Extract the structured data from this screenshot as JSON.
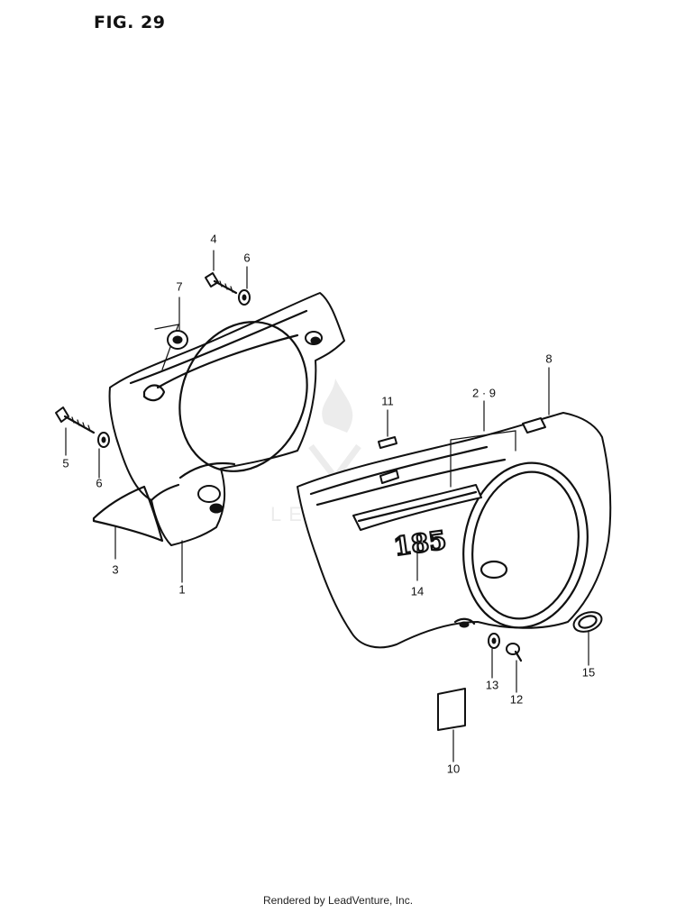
{
  "figure": {
    "title": "FIG. 29",
    "footer": "Rendered by LeadVenture, Inc.",
    "watermark": "LEADVENTURE"
  },
  "callouts": {
    "c1": "1",
    "c3": "3",
    "c4": "4",
    "c5": "5",
    "c6a": "6",
    "c6b": "6",
    "c7": "7",
    "c8": "8",
    "c29": "2 · 9",
    "c10": "10",
    "c11": "11",
    "c12": "12",
    "c13": "13",
    "c14": "14",
    "c15": "15"
  },
  "emblem_text": "185",
  "colors": {
    "ink": "#111111",
    "paper": "#ffffff",
    "watermark": "#d9d9d9"
  }
}
